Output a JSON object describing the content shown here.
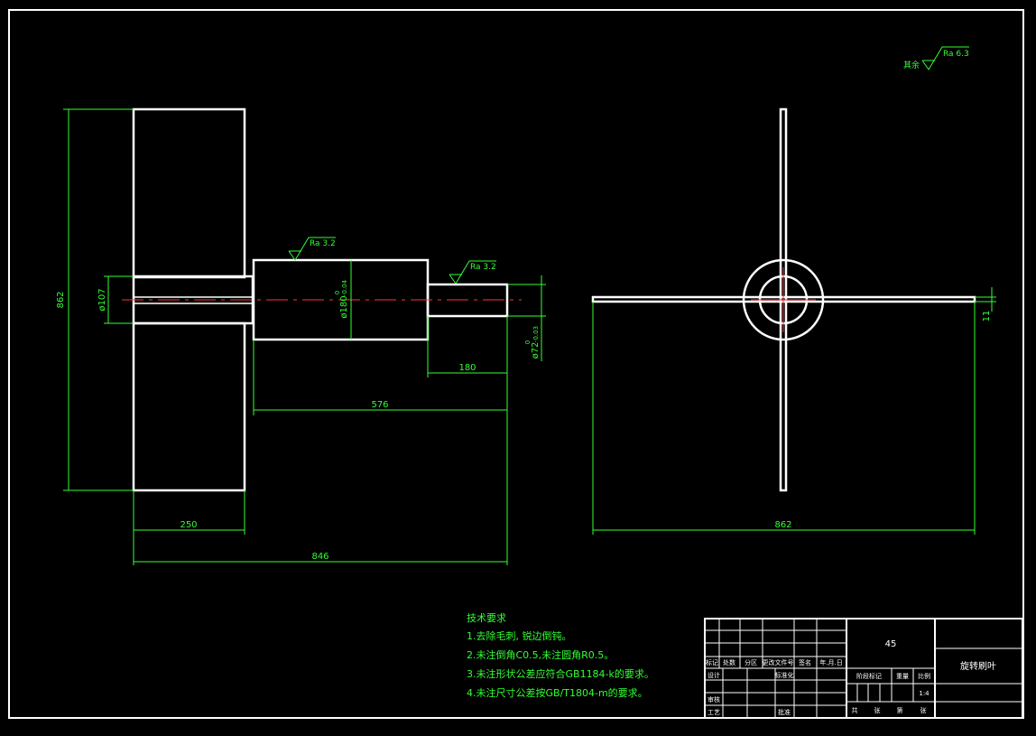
{
  "drawing": {
    "colors": {
      "background": "#000000",
      "outline": "#ffffff",
      "dimension": "#33ff33",
      "centerline": "#ff3333"
    },
    "roughness": {
      "general_prefix": "其余",
      "general_value": "Ra 6.3",
      "hub": "Ra 3.2",
      "shaft": "Ra 3.2"
    },
    "dimensions": {
      "overall_height": "862",
      "bore_dia": "ø107",
      "hub_dia": "ø180",
      "hub_tol_upper": "0",
      "hub_tol_lower": "-0.04",
      "shaft_dia": "ø72",
      "shaft_tol_upper": "0",
      "shaft_tol_lower": "-0.03",
      "shaft_length": "180",
      "hub_to_end": "576",
      "blade_width": "250",
      "overall_length": "846",
      "side_span": "862",
      "blade_thickness": "11"
    },
    "notes": {
      "title": "技术要求",
      "items": [
        "1.去除毛刺, 锐边倒钝。",
        "2.未注倒角C0.5,未注圆角R0.5。",
        "3.未注形状公差应符合GB1184-k的要求。",
        "4.未注尺寸公差按GB/T1804-m的要求。"
      ]
    },
    "title_block": {
      "material": "45",
      "part_name": "旋转刷叶",
      "rev_headers": [
        "标记",
        "处数",
        "分区",
        "更改文件号",
        "签名",
        "年.月.日"
      ],
      "sign_labels": [
        "设计",
        "标准化",
        "审核",
        "工艺",
        "批准"
      ],
      "stage_label": "阶段标记",
      "weight_label": "重量",
      "scale_label": "比例",
      "scale_value": "1:4",
      "sheet_labels": [
        "共",
        "张",
        "第",
        "张"
      ]
    }
  }
}
